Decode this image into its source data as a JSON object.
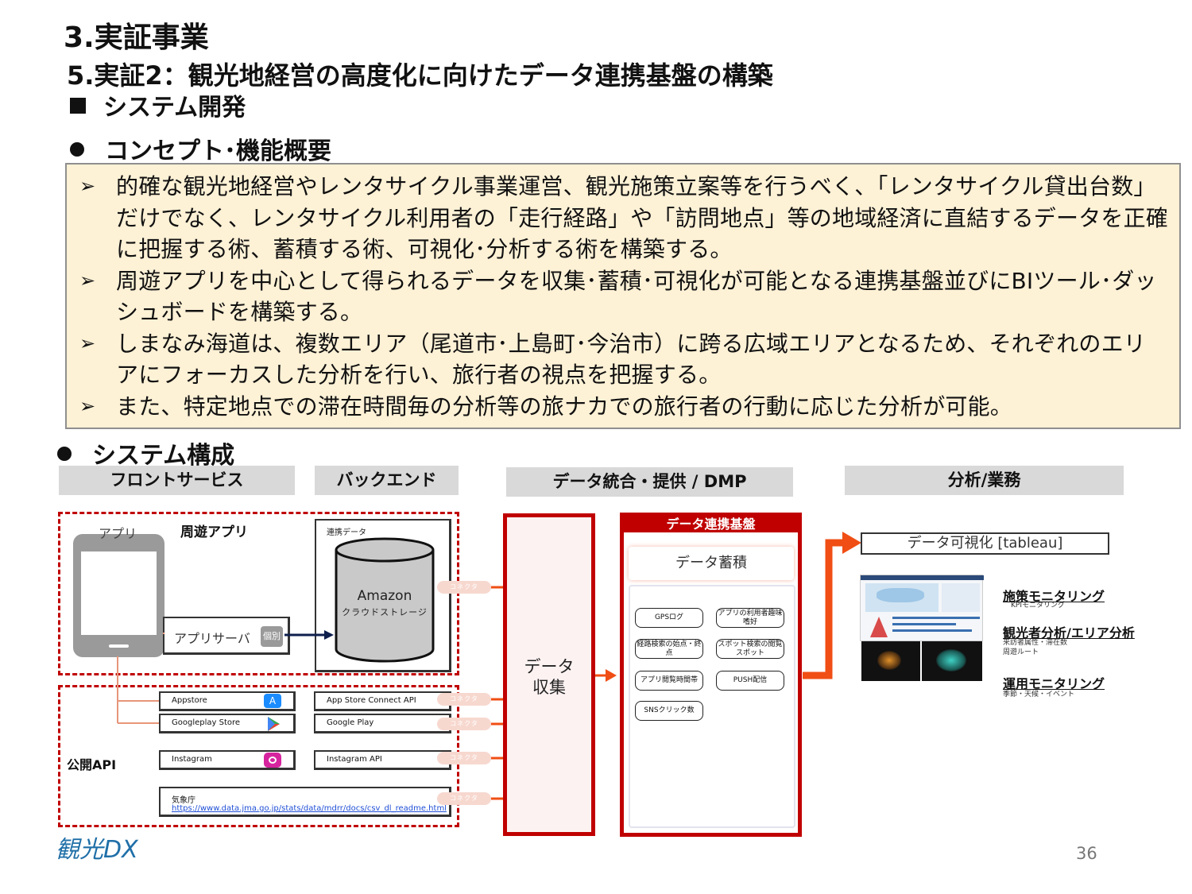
{
  "header": {
    "section": "3.実証事業",
    "subsection": "5.実証2：観光地経営の高度化に向けたデータ連携基盤の構築",
    "topic": "システム開発"
  },
  "concept": {
    "heading": "コンセプト･機能概要",
    "bullets": [
      "的確な観光地経営やレンタサイクル事業運営、観光施策立案等を行うべく、「レンタサイクル貸出台数」だけでなく、レンタサイクル利用者の「走行経路」や「訪問地点」等の地域経済に直結するデータを正確に把握する術、蓄積する術、可視化･分析する術を構築する。",
      "周遊アプリを中心として得られるデータを収集･蓄積･可視化が可能となる連携基盤並びにBIツール･ダッシュボードを構築する。",
      "しまなみ海道は、複数エリア（尾道市･上島町･今治市）に跨る広域エリアとなるため、それぞれのエリアにフォーカスした分析を行い、旅行者の視点を把握する。",
      "また、特定地点での滞在時間毎の分析等の旅ナカでの旅行者の行動に応じた分析が可能。"
    ]
  },
  "system": {
    "heading": "システム構成",
    "columns": {
      "front": "フロントサービス",
      "backend": "バックエンド",
      "dmp": "データ統合・提供 / DMP",
      "analysis": "分析/業務"
    },
    "front": {
      "app_label": "アプリ",
      "app_name": "周遊アプリ",
      "app_server": "アプリサーバ",
      "individual": "個別",
      "public_api": "公開API",
      "services": [
        "Appstore",
        "Googleplay Store",
        "Instagram"
      ],
      "jma_name": "気象庁",
      "jma_url": "https://www.data.jma.go.jp/stats/data/mdrr/docs/csv_dl_readme.html"
    },
    "backend": {
      "link_data": "連携データ",
      "storage_name": "Amazon",
      "storage_sub": "クラウドストレージ",
      "apis": [
        "App Store Connect API",
        "Google Play",
        "Instagram API"
      ]
    },
    "connector_label": "コネクタ",
    "collect": "データ\n収集",
    "platform": {
      "title": "データ連携基盤",
      "store": "データ蓄積",
      "datasets": [
        "GPSログ",
        "アプリの利用者趣味嗜好",
        "経路検索の始点・終点",
        "スポット検索の閲覧スポット",
        "アプリ閲覧時間帯",
        "PUSH配信",
        "SNSクリック数"
      ]
    },
    "analysis": {
      "viz": "データ可視化 [tableau]",
      "items": [
        {
          "title": "施策モニタリング",
          "sub": "KPIモニタリング"
        },
        {
          "title": "観光者分析/エリア分析",
          "sub": "来訪者属性・滞在数\n周遊ルート"
        },
        {
          "title": "運用モニタリング",
          "sub": "季節・天候・イベント"
        }
      ]
    }
  },
  "footer": {
    "logo": "観光DX",
    "page": "36"
  },
  "colors": {
    "accent_red": "#c00000",
    "arrow_orange": "#f04e14",
    "concept_bg": "#fdf1d6",
    "header_gray": "#d9d9d9"
  }
}
